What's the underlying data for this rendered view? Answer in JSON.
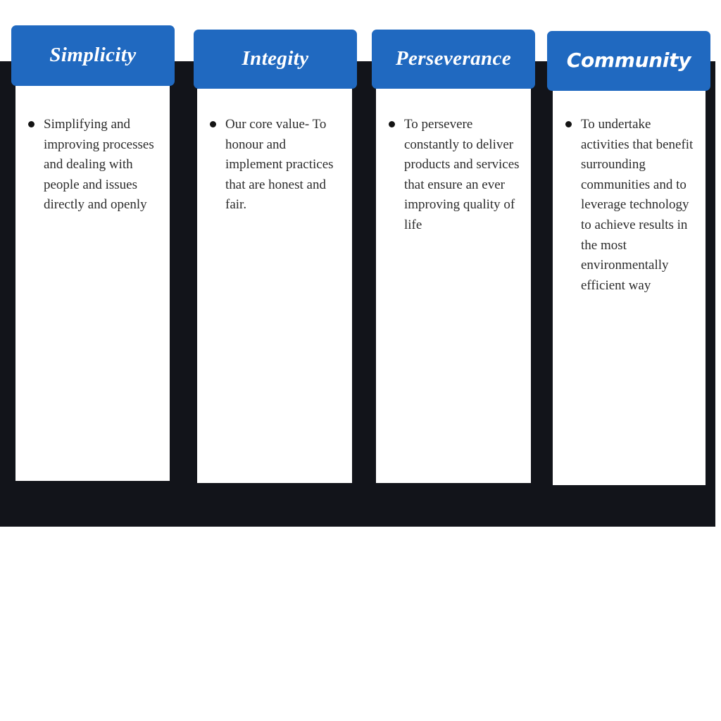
{
  "slide": {
    "background_color": "#ffffff",
    "band_color": "#12141a",
    "accent_color": "#2069c0",
    "header_text_color": "#ffffff",
    "body_text_color": "#2b2b2b",
    "bullet_icon": "bullet-dot"
  },
  "cards": [
    {
      "title": "Simplicity",
      "bullets": [
        "Simplifying and improving processes and dealing with people and issues directly and openly"
      ]
    },
    {
      "title": "Integity",
      "bullets": [
        "Our core value- To honour and implement practices that are honest and fair."
      ]
    },
    {
      "title": "Perseverance",
      "bullets": [
        "To persevere constantly to deliver products and services that ensure an ever improving quality of life"
      ]
    },
    {
      "title": "Community",
      "bullets": [
        "To undertake activities that benefit surrounding communities and to leverage technology to achieve results in the most environmentally efficient way"
      ]
    }
  ]
}
